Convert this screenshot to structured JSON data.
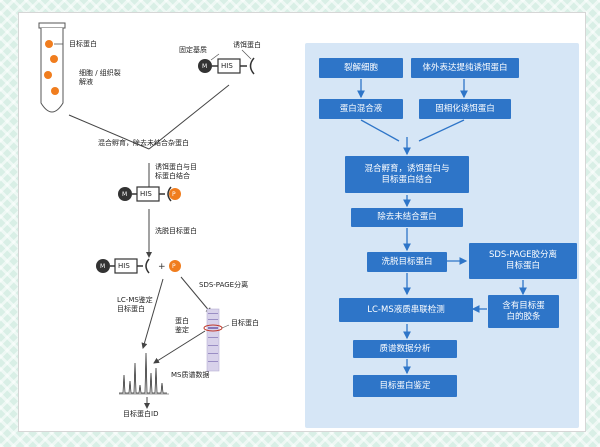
{
  "left_panel": {
    "target_protein": "目标蛋白",
    "lysate": "细胞 / 组织裂\n解液",
    "fixed_matrix": "固定基质",
    "bait_protein": "诱饵蛋白",
    "his_tag": "HIS",
    "m_label": "M",
    "p_label": "P",
    "incubate": "混合孵育，除去未结合杂蛋白",
    "bait_bind": "诱饵蛋白与目\n标蛋白结合",
    "elute": "洗脱目标蛋白",
    "sds_sep": "SDS-PAGE分离",
    "lcms": "LC-MS鉴定\n目标蛋白",
    "protein_id_label": "蛋白\n鉴定",
    "gel_target": "目标蛋白",
    "ms_data": "MS质谱数据",
    "target_id": "目标蛋白ID"
  },
  "flow": {
    "lyse": "裂解细胞",
    "express": "体外表达提纯诱饵蛋白",
    "mix": "蛋白混合液",
    "immobilize": "固相化诱饵蛋白",
    "incubate": "混合孵育，诱饵蛋白与\n目标蛋白结合",
    "remove": "除去未结合蛋白",
    "elute": "洗脱目标蛋白",
    "sds": "SDS-PAGE胶分离\n目标蛋白",
    "gel": "含有目标蛋\n白的胶条",
    "lcms": "LC-MS液质串联检测",
    "analysis": "质谱数据分析",
    "identify": "目标蛋白鉴定"
  },
  "colors": {
    "flow_box": "#2e75c8",
    "flow_panel": "#d6e6f6",
    "arrow": "#2e75c8",
    "protein_orange": "#f07d1e"
  }
}
